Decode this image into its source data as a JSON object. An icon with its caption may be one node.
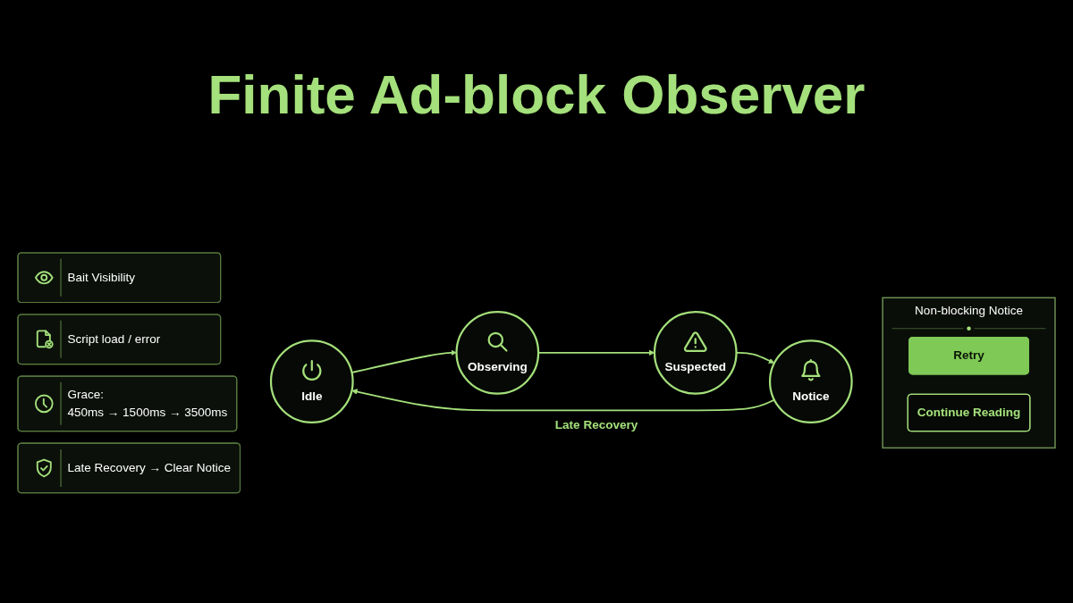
{
  "diagram": {
    "title": "Finite Ad-block Observer",
    "nodes": [
      {
        "text": [
          "Bait Visibility"
        ]
      },
      {
        "text": [
          "Script load / error"
        ]
      },
      {
        "text": [
          "Grace:",
          "450ms → 1500ms → 3500ms"
        ]
      },
      {
        "text": [
          "Late Recovery → Clear Notice"
        ]
      },
      {
        "text": [
          "Idle"
        ]
      },
      {
        "text": [
          "Observing"
        ]
      },
      {
        "text": [
          "Suspected"
        ]
      },
      {
        "text": [
          "Notice"
        ]
      },
      {
        "text": [
          "Non-blocking Notice"
        ]
      },
      {
        "text": [
          "Retry"
        ],
        "in": 8
      },
      {
        "text": [
          "Continue Reading"
        ],
        "in": 8
      }
    ],
    "edges": [
      {
        "from": 4,
        "to": 5,
        "arrow": "to"
      },
      {
        "from": 5,
        "to": 6,
        "arrow": "to"
      },
      {
        "from": 6,
        "to": 7,
        "arrow": "to"
      },
      {
        "from": 7,
        "to": 4,
        "arrow": "to",
        "label": "Late Recovery"
      }
    ]
  }
}
